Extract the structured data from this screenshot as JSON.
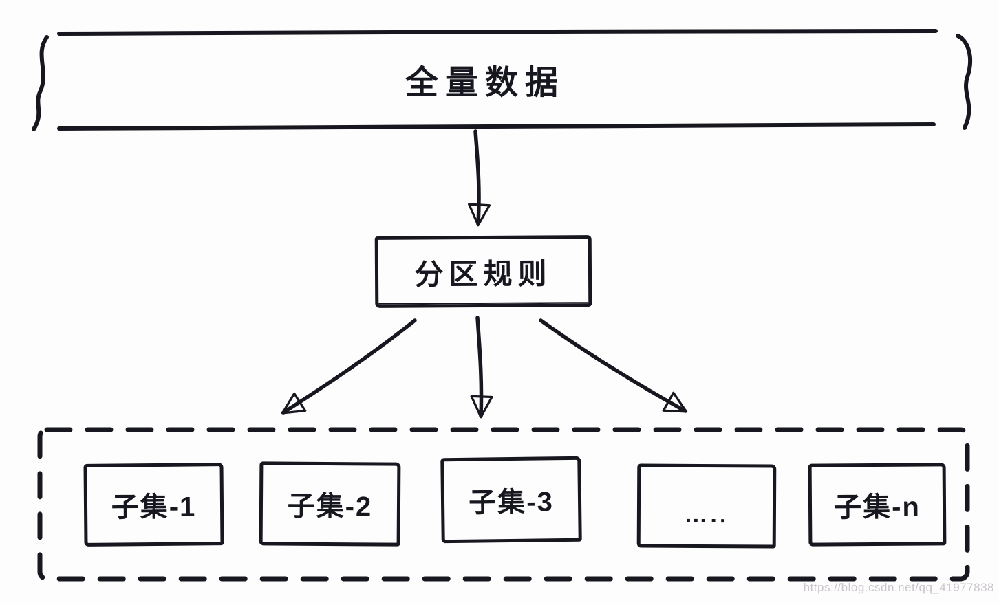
{
  "diagram": {
    "band": {
      "label": "全量数据"
    },
    "rule_box": {
      "label": "分区规则"
    },
    "subset_container": {
      "items": [
        {
          "label": "子集-1"
        },
        {
          "label": "子集-2"
        },
        {
          "label": "子集-3"
        },
        {
          "label": "….."
        },
        {
          "label": "子集-n"
        }
      ]
    },
    "watermark": {
      "text": "https://blog.csdn.net/qq_41977838"
    },
    "colors": {
      "ink": "#17171f",
      "watermark": "#cbc5cb",
      "background": "#fdfdfd"
    }
  }
}
